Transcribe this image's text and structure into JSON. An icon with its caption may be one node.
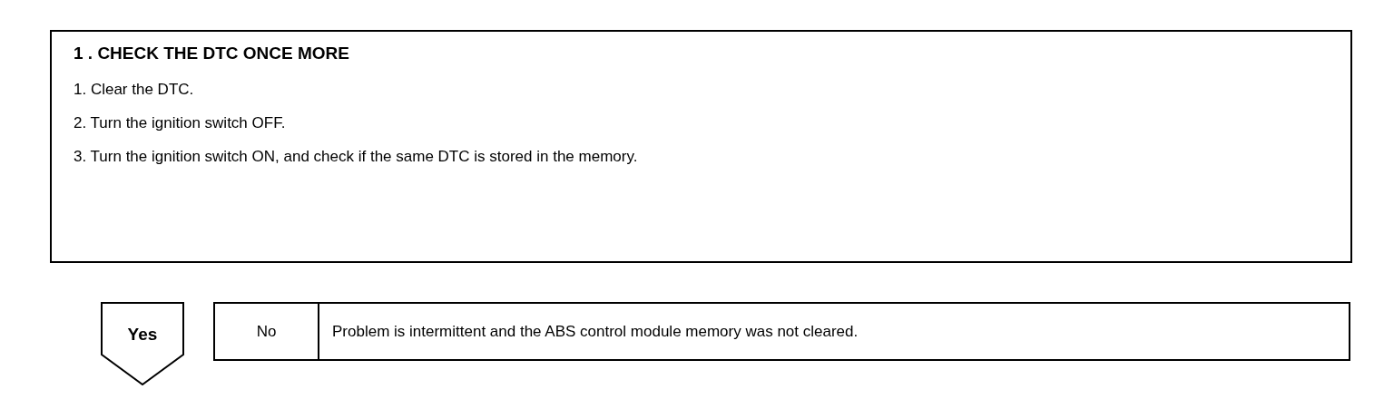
{
  "diagram": {
    "nodes": [
      {
        "text": [
          "1 . CHECK THE DTC ONCE MORE",
          "1. Clear the DTC.",
          "2. Turn the ignition switch OFF.",
          "3. Turn the ignition switch ON, and check if the same DTC is stored in the memory."
        ]
      },
      {
        "text": [
          "Yes"
        ]
      },
      {
        "text": [
          "No",
          "Problem is intermittent and the ABS control module memory was not cleared."
        ]
      }
    ]
  }
}
